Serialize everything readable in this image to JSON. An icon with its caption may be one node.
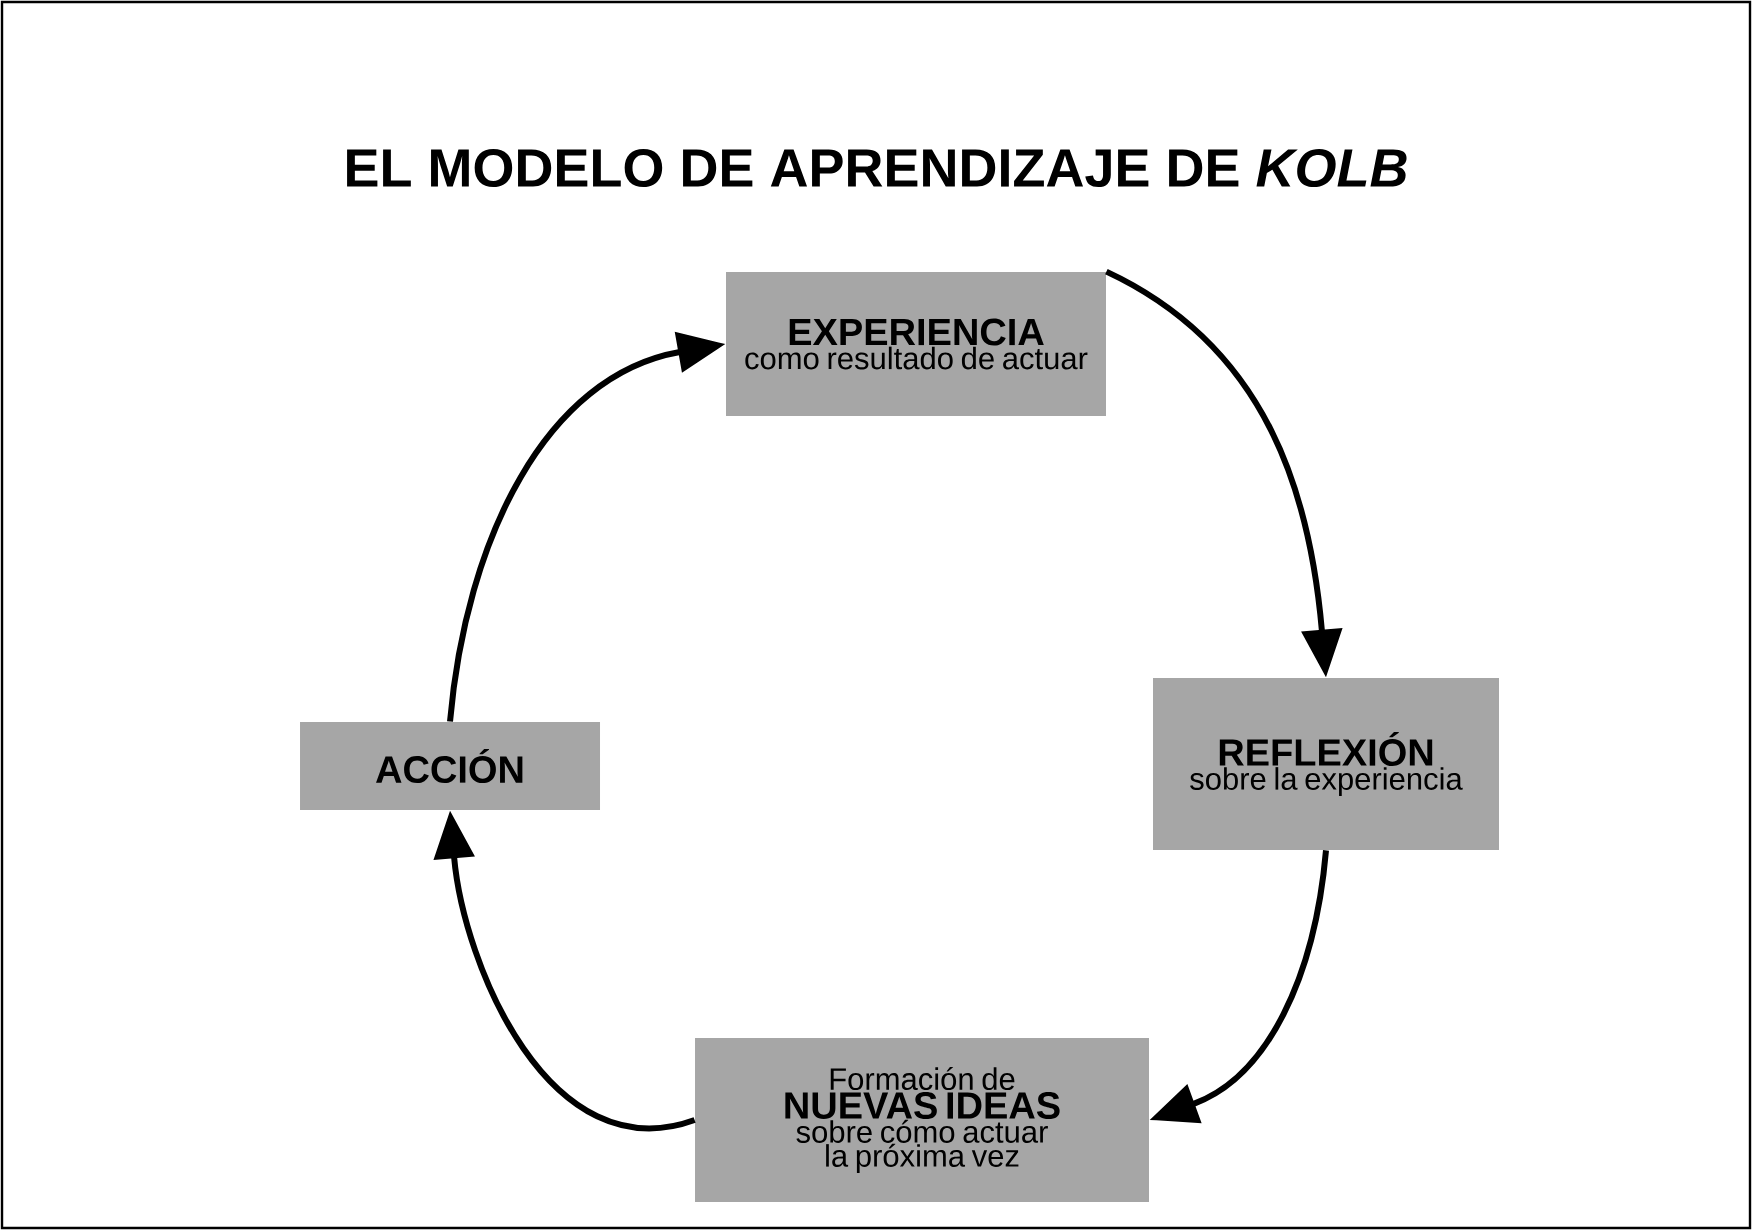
{
  "diagram": {
    "title": "EL MODELO DE APRENDIZAJE DE *KOLB*",
    "nodes": [
      {
        "text": [
          "EXPERIENCIA",
          "como resultado de actuar"
        ]
      },
      {
        "text": [
          "REFLEXIÓN",
          "sobre la experiencia"
        ]
      },
      {
        "text": [
          "Formación de",
          "NUEVAS IDEAS",
          "sobre cómo actuar la próxima vez"
        ]
      },
      {
        "text": [
          "ACCIÓN"
        ]
      }
    ],
    "edges": [
      {
        "from": 0,
        "to": 1,
        "arrow": "to"
      },
      {
        "from": 1,
        "to": 2,
        "arrow": "to"
      },
      {
        "from": 2,
        "to": 3,
        "arrow": "to"
      },
      {
        "from": 3,
        "to": 0,
        "arrow": "to"
      }
    ]
  }
}
